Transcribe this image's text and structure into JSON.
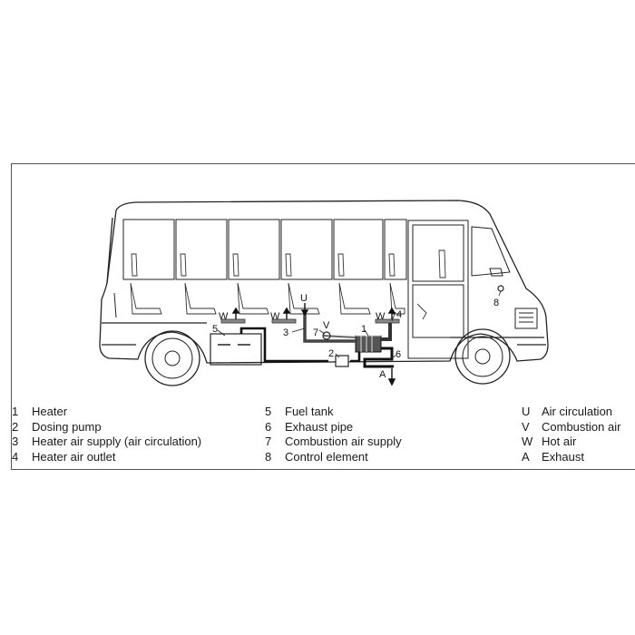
{
  "diagram": {
    "callouts": {
      "u": "U",
      "v": "V",
      "w_left": "W",
      "w_mid": "W",
      "w_right": "W",
      "a": "A",
      "n1": "1",
      "n2": "2",
      "n3": "3",
      "n4": "4",
      "n5": "5",
      "n6": "6",
      "n7": "7",
      "n8": "8"
    }
  },
  "legend": {
    "col1": [
      {
        "key": "1",
        "text": "Heater"
      },
      {
        "key": "2",
        "text": "Dosing pump"
      },
      {
        "key": "3",
        "text": "Heater air supply (air circulation)"
      },
      {
        "key": "4",
        "text": "Heater air outlet"
      }
    ],
    "col2": [
      {
        "key": "5",
        "text": "Fuel tank"
      },
      {
        "key": "6",
        "text": "Exhaust pipe"
      },
      {
        "key": "7",
        "text": "Combustion air supply"
      },
      {
        "key": "8",
        "text": "Control element"
      }
    ],
    "col3": [
      {
        "key": "U",
        "text": "Air circulation"
      },
      {
        "key": "V",
        "text": "Combustion air"
      },
      {
        "key": "W",
        "text": "Hot air"
      },
      {
        "key": "A",
        "text": "Exhaust"
      }
    ]
  }
}
